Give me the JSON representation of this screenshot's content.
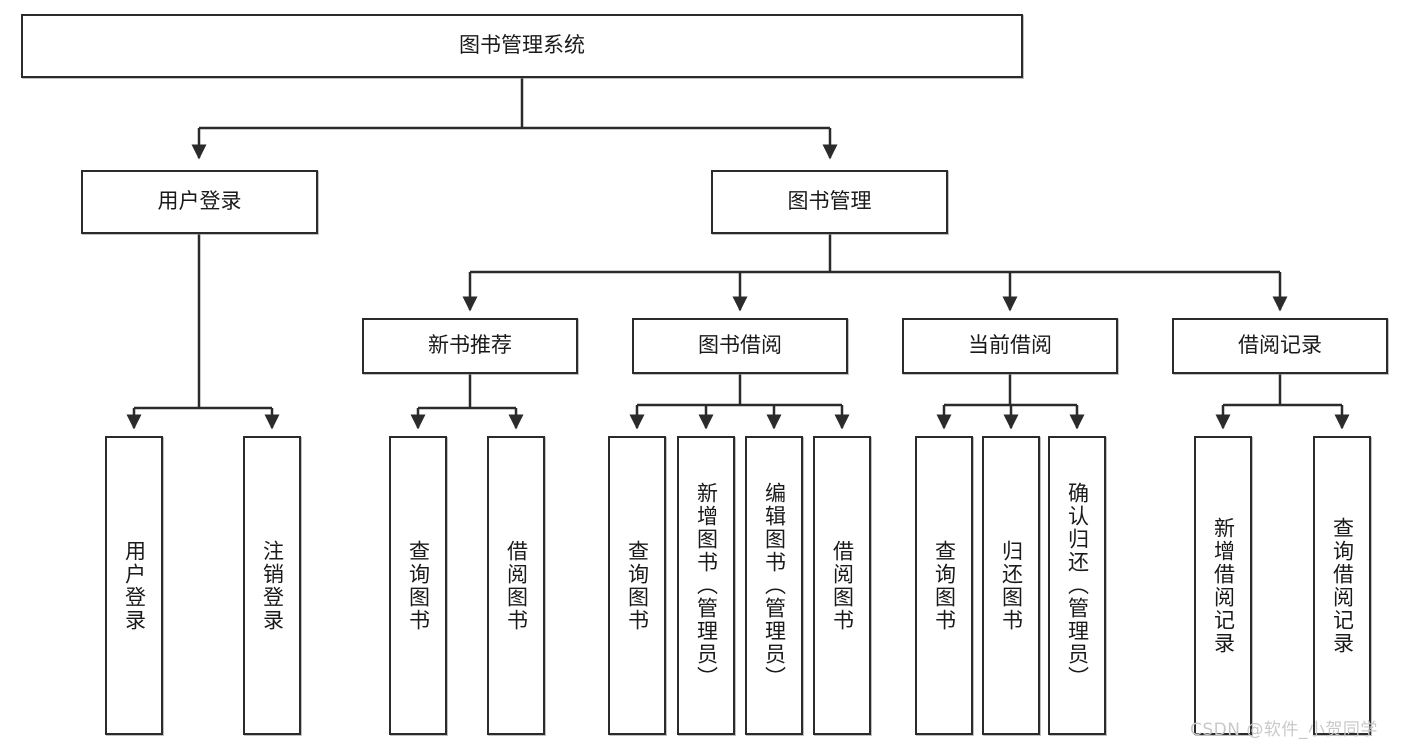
{
  "diagram": {
    "title": "图书管理系统",
    "type": "tree-hierarchy-diagram",
    "watermark": "CSDN @软件_小贺同学",
    "colors": {
      "box_border": "#2b2b2b",
      "box_fill": "#ffffff",
      "edge": "#2b2b2b",
      "text": "#1a1a1a",
      "watermark": "#c9c9c9",
      "background": "#ffffff"
    },
    "root": {
      "label": "图书管理系统"
    },
    "level2": [
      {
        "label": "用户登录"
      },
      {
        "label": "图书管理"
      }
    ],
    "level3": [
      {
        "label": "新书推荐"
      },
      {
        "label": "图书借阅"
      },
      {
        "label": "当前借阅"
      },
      {
        "label": "借阅记录"
      }
    ],
    "leaves": {
      "user_login": [
        {
          "label": "用户登录"
        },
        {
          "label": "注销登录"
        }
      ],
      "new_book_recommend": [
        {
          "label": "查询图书"
        },
        {
          "label": "借阅图书"
        }
      ],
      "book_borrow": [
        {
          "label": "查询图书"
        },
        {
          "label": "新增图书（管理员）"
        },
        {
          "label": "编辑图书（管理员）"
        },
        {
          "label": "借阅图书"
        }
      ],
      "current_borrow": [
        {
          "label": "查询图书"
        },
        {
          "label": "归还图书"
        },
        {
          "label": "确认归还（管理员）"
        }
      ],
      "borrow_record": [
        {
          "label": "新增借阅记录"
        },
        {
          "label": "查询借阅记录"
        }
      ]
    }
  }
}
